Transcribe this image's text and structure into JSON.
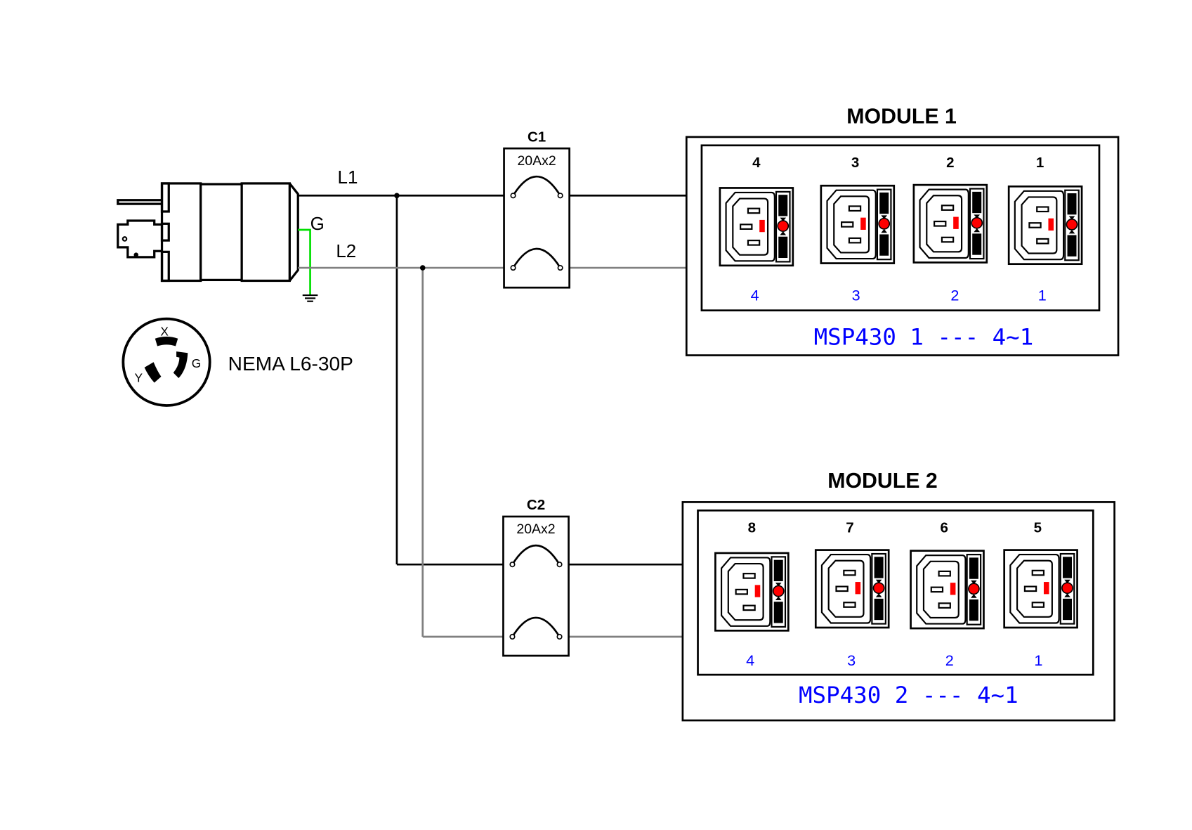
{
  "plug": {
    "label": "NEMA L6-30P",
    "pins": {
      "x": "X",
      "y": "Y",
      "g": "G"
    }
  },
  "wires": {
    "l1": "L1",
    "l2": "L2",
    "g": "G",
    "colors": {
      "l1": "#000000",
      "l2": "#808080",
      "ground": "#00e000"
    }
  },
  "breakers": [
    {
      "id": "C1",
      "rating": "20Ax2"
    },
    {
      "id": "C2",
      "rating": "20Ax2"
    }
  ],
  "modules": [
    {
      "title": "MODULE 1",
      "outlet_numbers": [
        "4",
        "3",
        "2",
        "1"
      ],
      "local_numbers": [
        "4",
        "3",
        "2",
        "1"
      ],
      "caption": "MSP430 1 --- 4~1"
    },
    {
      "title": "MODULE 2",
      "outlet_numbers": [
        "8",
        "7",
        "6",
        "5"
      ],
      "local_numbers": [
        "4",
        "3",
        "2",
        "1"
      ],
      "caption": "MSP430 2 --- 4~1"
    }
  ],
  "colors": {
    "caption": "#0000ff",
    "indicator": "#ff0000"
  }
}
